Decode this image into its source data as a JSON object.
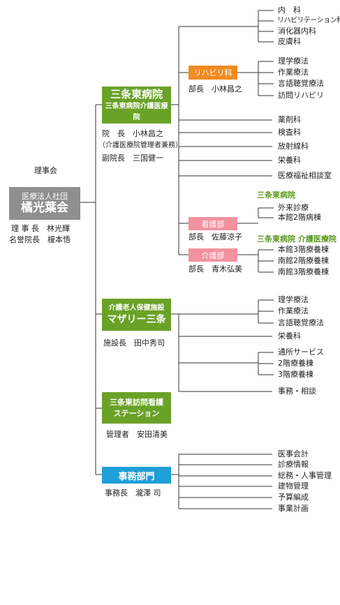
{
  "root": {
    "board": "理事会",
    "org_line1": "医療法人社団",
    "org_line2": "橘光葉会",
    "chair": "理 事 長　林光輝",
    "honorary": "名誉院長　榎本悟"
  },
  "hospital": {
    "title": "三条東病院",
    "subtitle": "三条東病院介護医療院",
    "director": "院　長　小林昌之",
    "director_note": "（介護医療院管理者兼務）",
    "vice": "副院長　三国健一",
    "internal_depts": [
      "内　科",
      "リハビリテーション科",
      "消化器内科",
      "皮膚科"
    ],
    "rehab": {
      "label": "リハビリ科",
      "head": "部長　小林昌之",
      "items": [
        "理学療法",
        "作業療法",
        "言語聴覚療法",
        "訪問リハビリ"
      ]
    },
    "support_depts": [
      "薬剤科",
      "検査科",
      "放射線科",
      "栄養科",
      "医療福祉相談室"
    ],
    "nursing": {
      "label": "看護部",
      "head": "部長　佐藤涼子",
      "group_title": "三条東病院",
      "items": [
        "外来診療",
        "本館2階病棟"
      ]
    },
    "care": {
      "label": "介護部",
      "head": "部長　青木弘美",
      "group_title": "三条東病院 介護医療院",
      "items": [
        "本館3階療養棟",
        "南館2階療養棟",
        "南館3階療養棟"
      ]
    }
  },
  "mother": {
    "line1": "介護老人保健施設",
    "line2": "マザリー三条",
    "head": "施設長　田中秀司",
    "rehab_items": [
      "理学療法",
      "作業療法",
      "言語聴覚療法"
    ],
    "nutrition": "栄養科",
    "service_items": [
      "通所サービス",
      "2階療養棟",
      "3階療養棟"
    ],
    "office": "事務・相談"
  },
  "station": {
    "line1": "三条東訪問看護",
    "line2": "ステーション",
    "head": "管理者　安田清美"
  },
  "office": {
    "label": "事務部門",
    "head": "事務長　瀧澤 司",
    "items": [
      "医事会計",
      "診療情報",
      "総務・人事管理",
      "建物管理",
      "予算編成",
      "事業計画"
    ]
  },
  "colors": {
    "green": "#6aa228",
    "gray": "#8f8f8f",
    "orange": "#f08b22",
    "pink": "#f2929e",
    "blue": "#1e9fd8",
    "line": "#333333"
  }
}
